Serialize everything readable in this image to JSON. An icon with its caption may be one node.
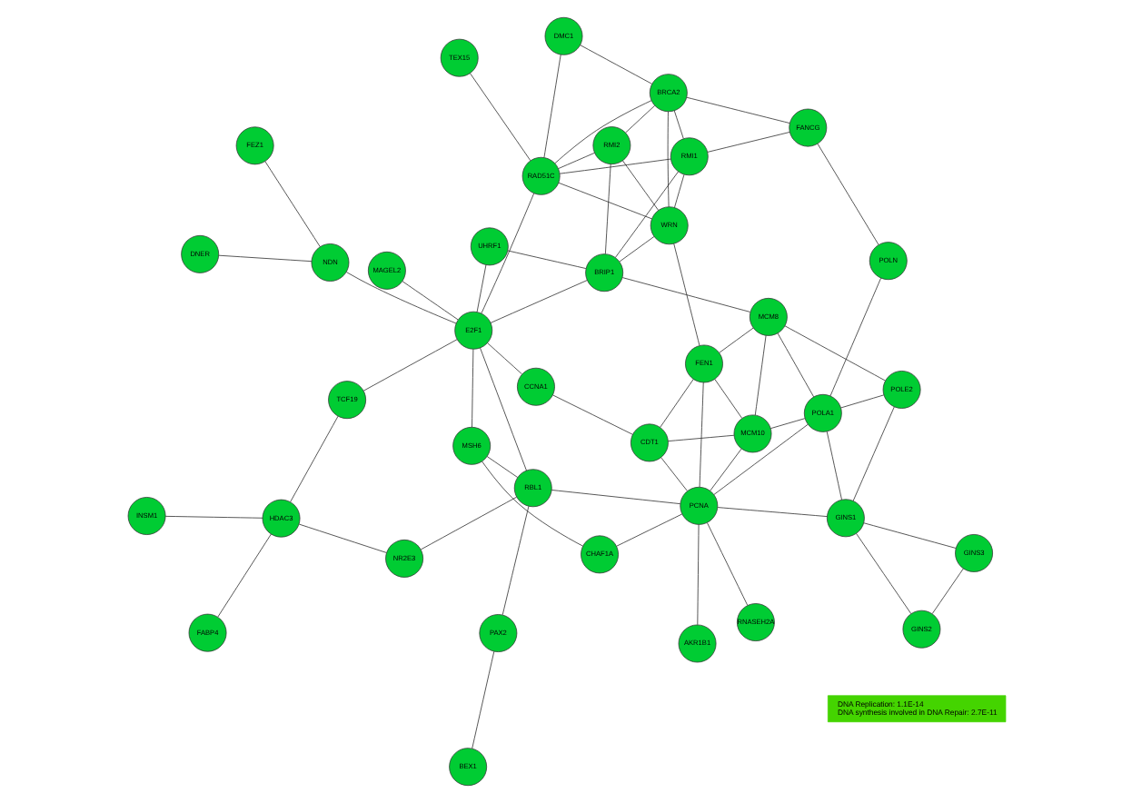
{
  "diagram": {
    "nodes": [
      {
        "text": [
          "RNASEH2A"
        ]
      },
      {
        "text": [
          "BEX1"
        ]
      },
      {
        "text": [
          "PAX2"
        ]
      },
      {
        "text": [
          "AKR1B1"
        ]
      },
      {
        "text": [
          "PCNA"
        ]
      },
      {
        "text": [
          "GINS3"
        ]
      },
      {
        "text": [
          "FABP4"
        ]
      },
      {
        "text": [
          "NR2E3"
        ]
      },
      {
        "text": [
          "RBL1"
        ]
      },
      {
        "text": [
          "GINS1"
        ]
      },
      {
        "text": [
          "HDAC3"
        ]
      },
      {
        "text": [
          "MSH6"
        ]
      },
      {
        "text": [
          "CHAF1A"
        ]
      },
      {
        "text": [
          "GINS2"
        ]
      },
      {
        "text": [
          "MAGEL2"
        ]
      },
      {
        "text": [
          "CDT1"
        ]
      },
      {
        "text": [
          "MCM10"
        ]
      },
      {
        "text": [
          "POLA1"
        ]
      },
      {
        "text": [
          "POLE2"
        ]
      },
      {
        "text": [
          "INSM1"
        ]
      },
      {
        "text": [
          "TCF19"
        ]
      },
      {
        "text": [
          "CCNA1"
        ]
      },
      {
        "text": [
          "FEN1"
        ]
      },
      {
        "text": [
          "NDN"
        ]
      },
      {
        "text": [
          "E2F1"
        ]
      },
      {
        "text": [
          "BRIP1"
        ]
      },
      {
        "text": [
          "UHRF1"
        ]
      },
      {
        "text": [
          "MCM8"
        ]
      },
      {
        "text": [
          "POLN"
        ]
      },
      {
        "text": [
          "RMI2"
        ]
      },
      {
        "text": [
          "WRN"
        ]
      },
      {
        "text": [
          "RMI1"
        ]
      },
      {
        "text": [
          "DNER"
        ]
      },
      {
        "text": [
          "FEZ1"
        ]
      },
      {
        "text": [
          "FANCG"
        ]
      },
      {
        "text": [
          "TEX15"
        ]
      },
      {
        "text": [
          "RAD51C"
        ]
      },
      {
        "text": [
          "DMC1"
        ]
      },
      {
        "text": [
          "BRCA2"
        ]
      },
      {
        "text": [
          "DNA Replication: 1.1E-14",
          "DNA synthesis involved in DNA Repair: 2.7E-11"
        ]
      }
    ],
    "edges": [
      {
        "from": 0,
        "to": 4,
        "arrow": "none"
      },
      {
        "from": 1,
        "to": 2,
        "arrow": "none"
      },
      {
        "from": 2,
        "to": 8,
        "arrow": "none"
      },
      {
        "from": 3,
        "to": 4,
        "arrow": "none"
      },
      {
        "from": 4,
        "to": 8,
        "arrow": "none"
      },
      {
        "from": 5,
        "to": 9,
        "arrow": "none"
      },
      {
        "from": 5,
        "to": 13,
        "arrow": "none"
      },
      {
        "from": 6,
        "to": 10,
        "arrow": "none"
      },
      {
        "from": 10,
        "to": 7,
        "arrow": "none"
      },
      {
        "from": 10,
        "to": 19,
        "arrow": "none"
      },
      {
        "from": 10,
        "to": 20,
        "arrow": "none"
      },
      {
        "from": 7,
        "to": 8,
        "arrow": "none"
      },
      {
        "from": 8,
        "to": 11,
        "arrow": "none"
      },
      {
        "from": 8,
        "to": 24,
        "arrow": "none"
      },
      {
        "from": 11,
        "to": 24,
        "arrow": "none"
      },
      {
        "from": 11,
        "to": 12,
        "arrow": "none"
      },
      {
        "from": 4,
        "to": 12,
        "arrow": "none"
      },
      {
        "from": 4,
        "to": 9,
        "arrow": "none"
      },
      {
        "from": 4,
        "to": 16,
        "arrow": "none"
      },
      {
        "from": 4,
        "to": 17,
        "arrow": "none"
      },
      {
        "from": 4,
        "to": 15,
        "arrow": "none"
      },
      {
        "from": 4,
        "to": 22,
        "arrow": "none"
      },
      {
        "from": 9,
        "to": 13,
        "arrow": "none"
      },
      {
        "from": 9,
        "to": 17,
        "arrow": "none"
      },
      {
        "from": 9,
        "to": 18,
        "arrow": "none"
      },
      {
        "from": 17,
        "to": 18,
        "arrow": "none"
      },
      {
        "from": 17,
        "to": 16,
        "arrow": "none"
      },
      {
        "from": 17,
        "to": 27,
        "arrow": "none"
      },
      {
        "from": 17,
        "to": 28,
        "arrow": "none"
      },
      {
        "from": 16,
        "to": 27,
        "arrow": "none"
      },
      {
        "from": 18,
        "to": 27,
        "arrow": "none"
      },
      {
        "from": 15,
        "to": 16,
        "arrow": "none"
      },
      {
        "from": 15,
        "to": 21,
        "arrow": "none"
      },
      {
        "from": 15,
        "to": 22,
        "arrow": "none"
      },
      {
        "from": 21,
        "to": 24,
        "arrow": "none"
      },
      {
        "from": 14,
        "to": 24,
        "arrow": "none"
      },
      {
        "from": 20,
        "to": 24,
        "arrow": "none"
      },
      {
        "from": 23,
        "to": 24,
        "arrow": "none"
      },
      {
        "from": 23,
        "to": 33,
        "arrow": "none"
      },
      {
        "from": 23,
        "to": 32,
        "arrow": "none"
      },
      {
        "from": 24,
        "to": 26,
        "arrow": "none"
      },
      {
        "from": 24,
        "to": 25,
        "arrow": "none"
      },
      {
        "from": 24,
        "to": 36,
        "arrow": "none"
      },
      {
        "from": 22,
        "to": 27,
        "arrow": "none"
      },
      {
        "from": 22,
        "to": 16,
        "arrow": "none"
      },
      {
        "from": 22,
        "to": 30,
        "arrow": "none"
      },
      {
        "from": 25,
        "to": 30,
        "arrow": "none"
      },
      {
        "from": 25,
        "to": 31,
        "arrow": "none"
      },
      {
        "from": 25,
        "to": 29,
        "arrow": "none"
      },
      {
        "from": 25,
        "to": 27,
        "arrow": "none"
      },
      {
        "from": 25,
        "to": 26,
        "arrow": "none"
      },
      {
        "from": 29,
        "to": 30,
        "arrow": "none"
      },
      {
        "from": 29,
        "to": 36,
        "arrow": "none"
      },
      {
        "from": 29,
        "to": 38,
        "arrow": "none"
      },
      {
        "from": 30,
        "to": 31,
        "arrow": "none"
      },
      {
        "from": 30,
        "to": 38,
        "arrow": "none"
      },
      {
        "from": 30,
        "to": 36,
        "arrow": "none"
      },
      {
        "from": 36,
        "to": 31,
        "arrow": "none"
      },
      {
        "from": 36,
        "to": 37,
        "arrow": "none"
      },
      {
        "from": 36,
        "to": 38,
        "arrow": "none"
      },
      {
        "from": 35,
        "to": 36,
        "arrow": "none"
      },
      {
        "from": 37,
        "to": 38,
        "arrow": "none"
      },
      {
        "from": 31,
        "to": 38,
        "arrow": "none"
      },
      {
        "from": 31,
        "to": 34,
        "arrow": "none"
      },
      {
        "from": 34,
        "to": 38,
        "arrow": "none"
      },
      {
        "from": 34,
        "to": 28,
        "arrow": "none"
      }
    ]
  }
}
